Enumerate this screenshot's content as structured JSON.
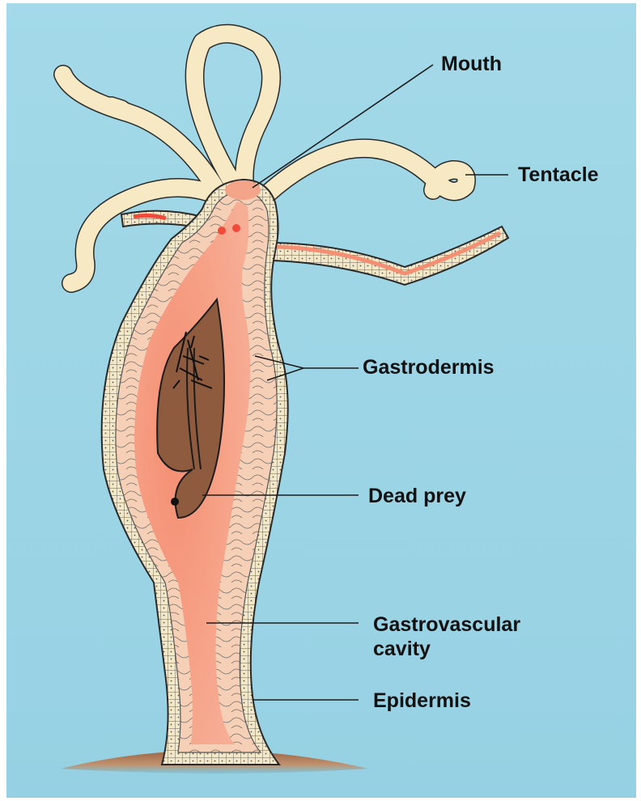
{
  "labels": {
    "mouth": "Mouth",
    "tentacle": "Tentacle",
    "gastrodermis": "Gastrodermis",
    "dead_prey": "Dead prey",
    "gastrovascular_cavity_line1": "Gastrovascular",
    "gastrovascular_cavity_line2": "cavity",
    "epidermis": "Epidermis"
  },
  "colors": {
    "background": "#9dd6e6",
    "tentacle_fill": "#f6e9c3",
    "body_wall": "#f2e7c6",
    "gastrodermis_cells": "#f3cbb1",
    "cavity": "#f4a48b",
    "prey": "#8e5b3e",
    "substrate": "#a76d4a",
    "outline": "#1c1c1c"
  }
}
